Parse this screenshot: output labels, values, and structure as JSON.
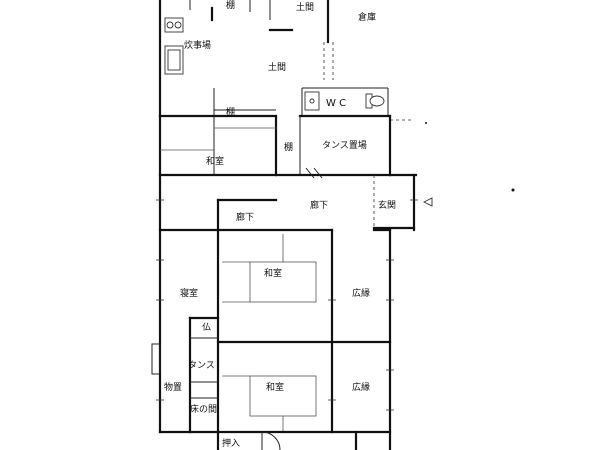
{
  "rooms": {
    "doma_top": "土間",
    "souko": "倉庫",
    "tana_top": "棚",
    "suijiba": "炊事場",
    "doma_mid": "土間",
    "wc": "W C",
    "tana_mid": "棚",
    "washitsu_1": "和室",
    "tana_side": "棚",
    "tansu_okiba": "タンス置場",
    "rouka_left": "廊下",
    "rouka_right": "廊下",
    "genkan": "玄関",
    "washitsu_2": "和室",
    "shinshitsu": "寝室",
    "engawa_1": "広縁",
    "butsu": "仏",
    "tansu": "タンス",
    "monooki": "物置",
    "tokonoma": "床の間",
    "washitsu_3": "和室",
    "engawa_2": "広縁",
    "oshiire": "押入"
  }
}
